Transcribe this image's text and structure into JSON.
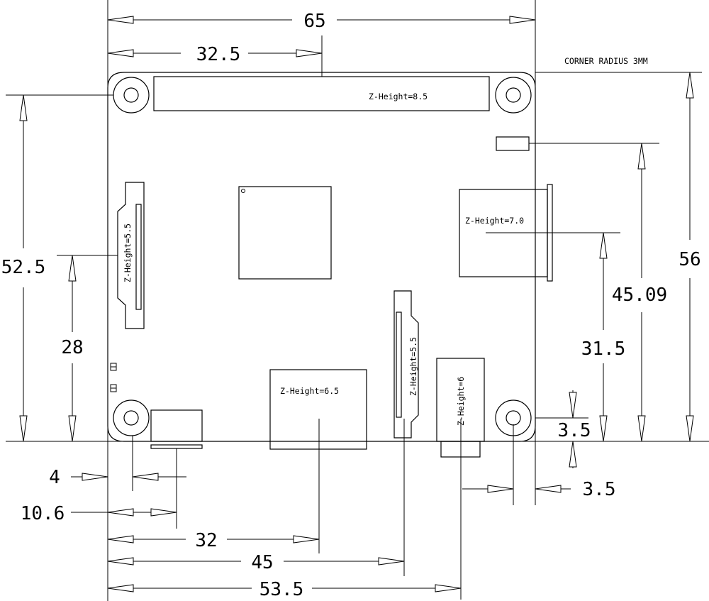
{
  "note": "CORNER RADIUS 3MM",
  "dimensions": {
    "width_total": "65",
    "half_width": "32.5",
    "height_52": "52.5",
    "height_28": "28",
    "height_56": "56",
    "height_45": "45.09",
    "height_31": "31.5",
    "hole_offset_y": "3.5",
    "hole_offset_x": "3.5",
    "x_4": "4",
    "x_10": "10.6",
    "x_32": "32",
    "x_45": "45",
    "x_53": "53.5"
  },
  "components": {
    "gpio_header": "Z-Height=8.5",
    "display_conn": "Z-Height=5.5",
    "camera_conn": "Z-Height=5.5",
    "usb_port": "Z-Height=7.0",
    "ethernet": "Z-Height=6.5",
    "audio_jack": "Z-Height=6"
  }
}
